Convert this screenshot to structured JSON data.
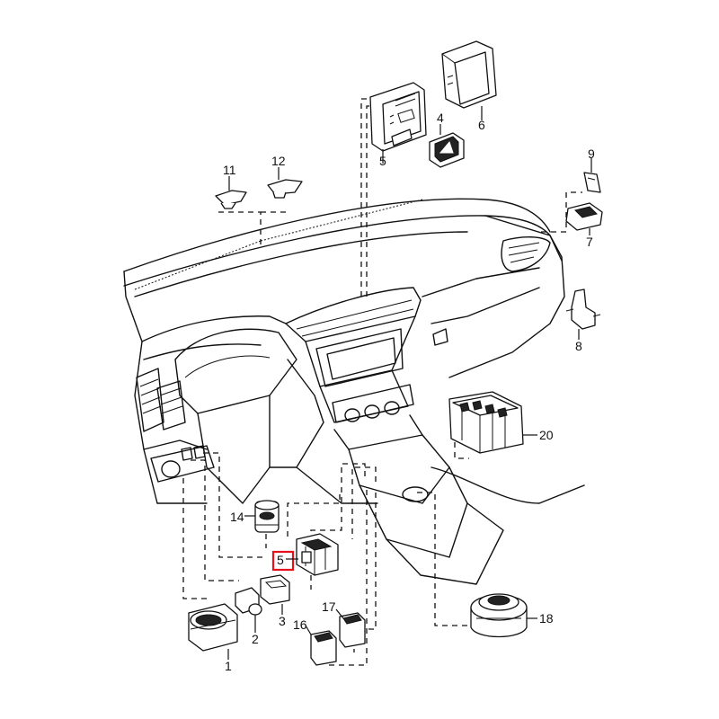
{
  "callouts": {
    "c1": "1",
    "c2": "2",
    "c3": "3",
    "c4": "4",
    "c5": "5",
    "c6": "6",
    "c7": "7",
    "c8": "8",
    "c9": "9",
    "c11": "11",
    "c12": "12",
    "c14": "14",
    "c15": "5",
    "c16": "16",
    "c17": "17",
    "c18": "18",
    "c20": "20"
  },
  "colors": {
    "highlight": "#e8101a",
    "line": "#111111"
  }
}
